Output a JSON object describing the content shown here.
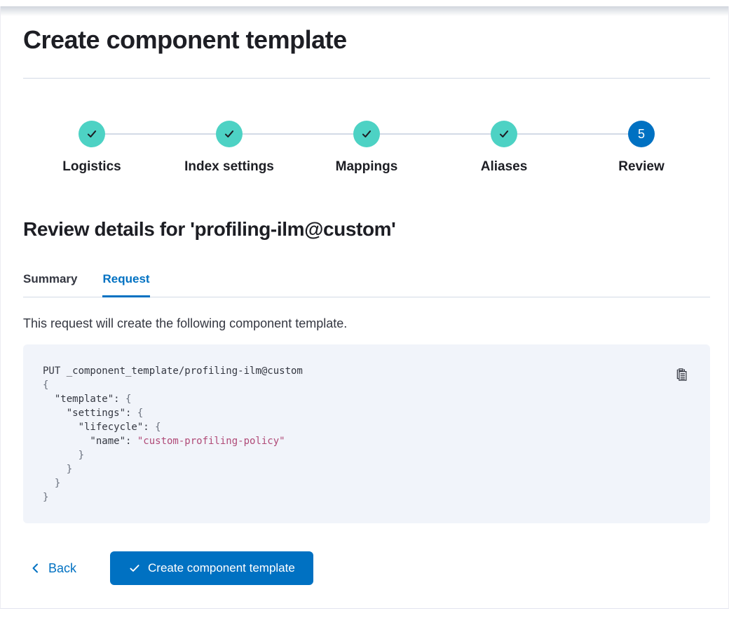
{
  "page": {
    "title": "Create component template"
  },
  "stepper": {
    "steps": [
      {
        "label": "Logistics",
        "status": "complete"
      },
      {
        "label": "Index settings",
        "status": "complete"
      },
      {
        "label": "Mappings",
        "status": "complete"
      },
      {
        "label": "Aliases",
        "status": "complete"
      },
      {
        "label": "Review",
        "status": "current",
        "number": "5"
      }
    ]
  },
  "review": {
    "heading": "Review details for 'profiling-ilm@custom'",
    "tabs": [
      {
        "label": "Summary",
        "active": false
      },
      {
        "label": "Request",
        "active": true
      }
    ],
    "description": "This request will create the following component template."
  },
  "request_preview": {
    "copy_icon": "copy-clipboard-icon",
    "code_lines": [
      {
        "segments": [
          {
            "type": "plain",
            "text": "PUT _component_template/profiling-ilm@custom"
          }
        ]
      },
      {
        "segments": [
          {
            "type": "punct",
            "text": "{"
          }
        ]
      },
      {
        "segments": [
          {
            "type": "plain",
            "text": "  \"template\": "
          },
          {
            "type": "punct",
            "text": "{"
          }
        ]
      },
      {
        "segments": [
          {
            "type": "plain",
            "text": "    \"settings\": "
          },
          {
            "type": "punct",
            "text": "{"
          }
        ]
      },
      {
        "segments": [
          {
            "type": "plain",
            "text": "      \"lifecycle\": "
          },
          {
            "type": "punct",
            "text": "{"
          }
        ]
      },
      {
        "segments": [
          {
            "type": "plain",
            "text": "        \"name\": "
          },
          {
            "type": "string",
            "text": "\"custom-profiling-policy\""
          }
        ]
      },
      {
        "segments": [
          {
            "type": "punct",
            "text": "      }"
          }
        ]
      },
      {
        "segments": [
          {
            "type": "punct",
            "text": "    }"
          }
        ]
      },
      {
        "segments": [
          {
            "type": "punct",
            "text": "  }"
          }
        ]
      },
      {
        "segments": [
          {
            "type": "punct",
            "text": "}"
          }
        ]
      }
    ]
  },
  "footer": {
    "back_label": "Back",
    "create_label": "Create component template"
  },
  "colors": {
    "primary_blue": "#0071c2",
    "step_complete_teal": "#4dd2c4",
    "code_background": "#f1f4fa",
    "code_string_pink": "#b04a77",
    "divider_gray": "#d3dae6"
  }
}
